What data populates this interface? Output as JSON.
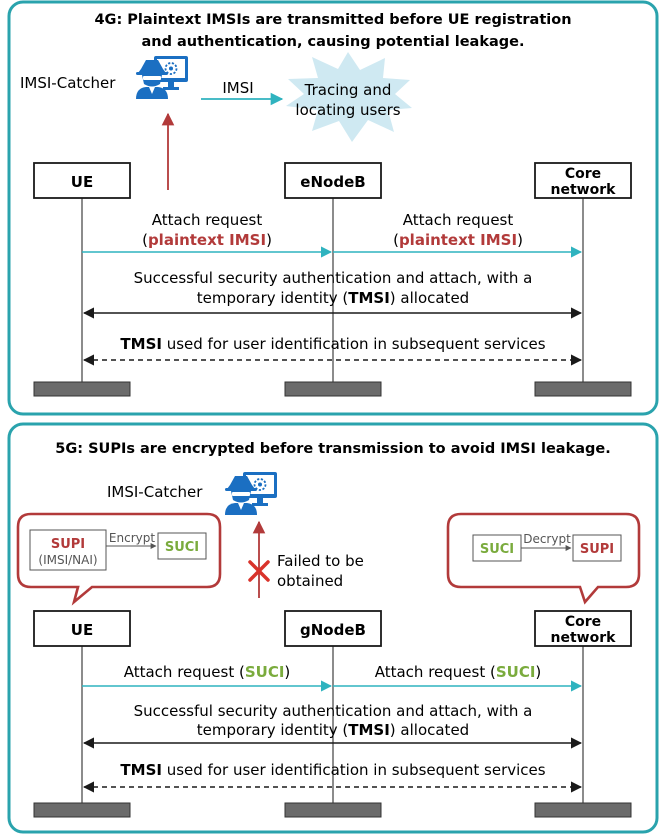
{
  "colors": {
    "panel_border": "#2aa3ad",
    "accent_red": "#b23a3a",
    "suci_green": "#7aab3d",
    "message_teal": "#2fb3bf",
    "icon_blue": "#1b6fc2",
    "burst": "#cfe9f2",
    "bar": "#6b6b6b"
  },
  "panel_4g": {
    "title_line1": "4G: Plaintext IMSIs are transmitted before UE registration",
    "title_line2": "and authentication, causing potential leakage.",
    "catcher_label": "IMSI-Catcher",
    "imsi_label": "IMSI",
    "burst_line1": "Tracing and",
    "burst_line2": "locating users",
    "nodes": {
      "ue": "UE",
      "enodeb": "eNodeB",
      "core_line1": "Core",
      "core_line2": "network"
    },
    "attach1_line1": "Attach request",
    "attach1_paren_open": "(",
    "attach1_highlight": "plaintext IMSI",
    "attach1_paren_close": ")",
    "attach2_line1": "Attach request",
    "attach2_paren_open": "(",
    "attach2_highlight": "plaintext IMSI",
    "attach2_paren_close": ")",
    "auth_line1": "Successful security authentication and attach, with a",
    "auth_line2_pre": "temporary identity (",
    "auth_line2_bold": "TMSI",
    "auth_line2_post": ") allocated",
    "tmsi_bold": "TMSI",
    "tmsi_rest": " used for user identification in subsequent services"
  },
  "panel_5g": {
    "title": "5G: SUPIs are encrypted before transmission to avoid IMSI leakage.",
    "catcher_label": "IMSI-Catcher",
    "failed_line1": "Failed to be",
    "failed_line2": "obtained",
    "ue_box": {
      "supi": "SUPI",
      "supi_sub": "(IMSI/NAI)",
      "encrypt": "Encrypt",
      "suci": "SUCI"
    },
    "core_box": {
      "suci": "SUCI",
      "decrypt": "Decrypt",
      "supi": "SUPI"
    },
    "nodes": {
      "ue": "UE",
      "gnodeb": "gNodeB",
      "core_line1": "Core",
      "core_line2": "network"
    },
    "attach1_pre": "Attach request (",
    "attach1_highlight": "SUCI",
    "attach1_post": ")",
    "attach2_pre": "Attach request (",
    "attach2_highlight": "SUCI",
    "attach2_post": ")",
    "auth_line1": "Successful security authentication and attach, with a",
    "auth_line2_pre": "temporary identity (",
    "auth_line2_bold": "TMSI",
    "auth_line2_post": ") allocated",
    "tmsi_bold": "TMSI",
    "tmsi_rest": " used for user identification in subsequent services"
  }
}
